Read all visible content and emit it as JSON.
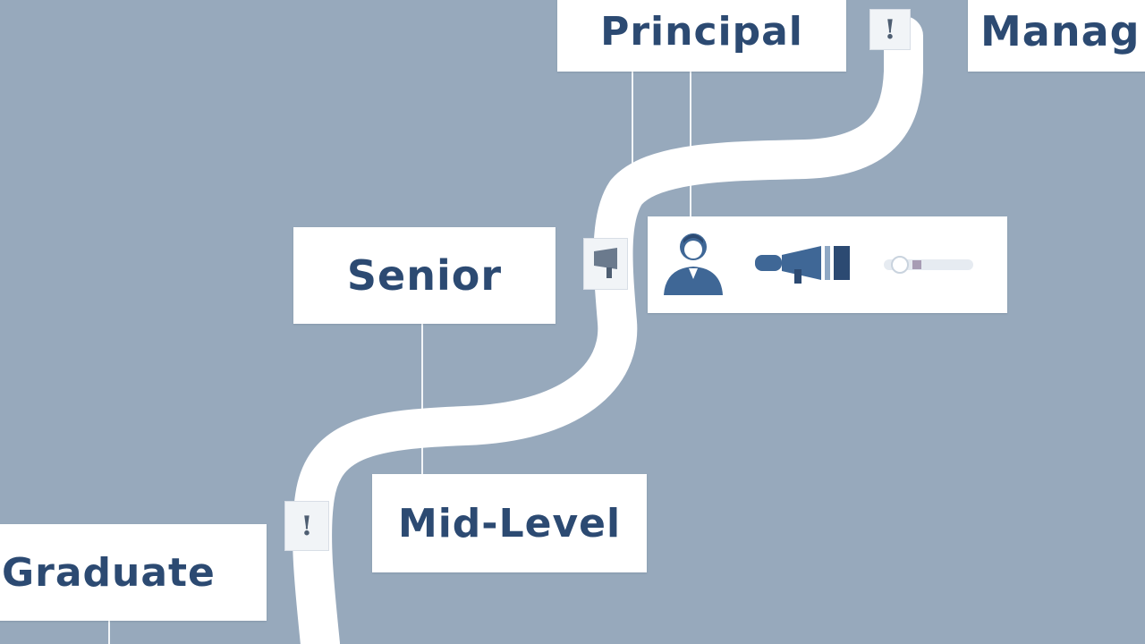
{
  "diagram": {
    "stages": [
      {
        "id": "graduate",
        "label": "Graduate"
      },
      {
        "id": "midlevel",
        "label": "Mid-Level"
      },
      {
        "id": "senior",
        "label": "Senior"
      },
      {
        "id": "principal",
        "label": "Principal"
      },
      {
        "id": "manager",
        "label": "Manag"
      }
    ],
    "markers": [
      {
        "id": "top",
        "glyph": "!"
      },
      {
        "id": "middle",
        "glyph": ""
      },
      {
        "id": "bottom",
        "glyph": "!"
      }
    ],
    "icons": [
      "person-icon",
      "megaphone-icon",
      "toggle-icon"
    ]
  },
  "colors": {
    "background": "#97a9bc",
    "path": "#ffffff",
    "card": "#ffffff",
    "text": "#2c4a72",
    "icon": "#3f6796",
    "connector": "#f2f5f8"
  }
}
